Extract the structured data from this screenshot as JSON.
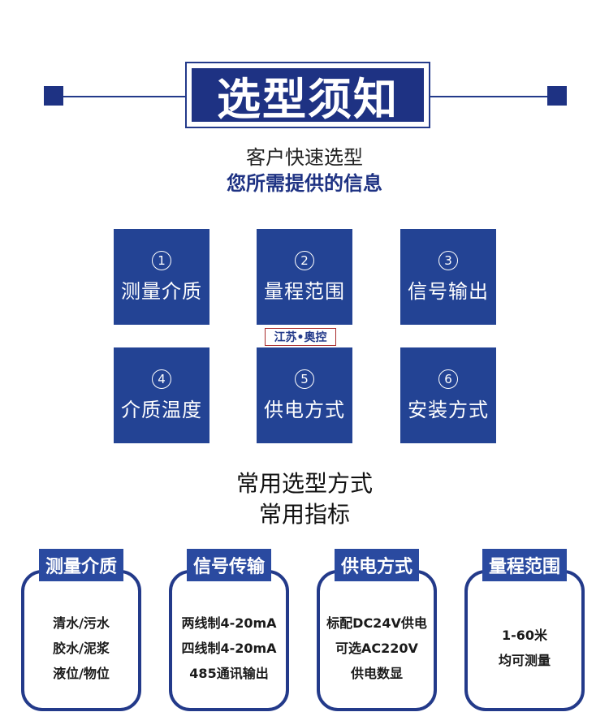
{
  "header": {
    "title": "选型须知"
  },
  "intro": {
    "line1": "客户快速选型",
    "line2": "您所需提供的信息"
  },
  "info_items": [
    {
      "num": "1",
      "label": "测量介质"
    },
    {
      "num": "2",
      "label": "量程范围"
    },
    {
      "num": "3",
      "label": "信号输出"
    },
    {
      "num": "4",
      "label": "介质温度"
    },
    {
      "num": "5",
      "label": "供电方式"
    },
    {
      "num": "6",
      "label": "安装方式"
    }
  ],
  "watermark": "江苏•奥控",
  "section": {
    "line1": "常用选型方式",
    "line2": "常用指标"
  },
  "cards": [
    {
      "title": "测量介质",
      "lines": [
        "清水/污水",
        "胶水/泥浆",
        "液位/物位"
      ]
    },
    {
      "title": "信号传输",
      "lines": [
        "两线制4-20mA",
        "四线制4-20mA",
        "485通讯输出"
      ]
    },
    {
      "title": "供电方式",
      "lines": [
        "标配DC24V供电",
        "可选AC220V",
        "供电数显"
      ]
    },
    {
      "title": "量程范围",
      "lines": [
        "1-60米",
        "均可测量"
      ]
    }
  ],
  "colors": {
    "brand_blue": "#1e3283",
    "tile_blue": "#234394",
    "watermark_border": "#a82a2a"
  }
}
